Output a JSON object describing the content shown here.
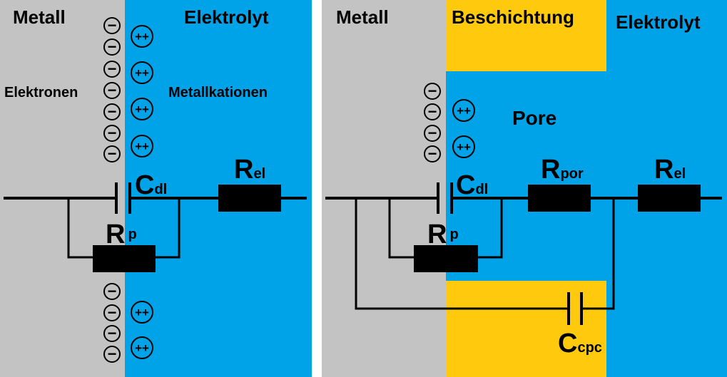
{
  "colors": {
    "metal": "#c3c3c3",
    "electrolyte": "#00a2e8",
    "coating": "#ffc90e",
    "wire": "#000000"
  },
  "left_panel": {
    "metal_label": "Metall",
    "electrolyte_label": "Elektrolyt",
    "electrons_label": "Elektronen",
    "cations_label": "Metallkationen",
    "electron_symbol": "−",
    "cation_symbol": "++",
    "cdl": {
      "main": "C",
      "sub": "dl"
    },
    "rel": {
      "main": "R",
      "sub": "el"
    },
    "rp": {
      "main": "R",
      "sub": "p"
    }
  },
  "right_panel": {
    "metal_label": "Metall",
    "coating_label": "Beschichtung",
    "electrolyte_label": "Elektrolyt",
    "pore_label": "Pore",
    "electron_symbol": "−",
    "cation_symbol": "++",
    "cdl": {
      "main": "C",
      "sub": "dl"
    },
    "rpor": {
      "main": "R",
      "sub": "por"
    },
    "rel": {
      "main": "R",
      "sub": "el"
    },
    "rp": {
      "main": "R",
      "sub": "p"
    },
    "ccpc": {
      "main": "C",
      "sub": "cpc"
    }
  }
}
